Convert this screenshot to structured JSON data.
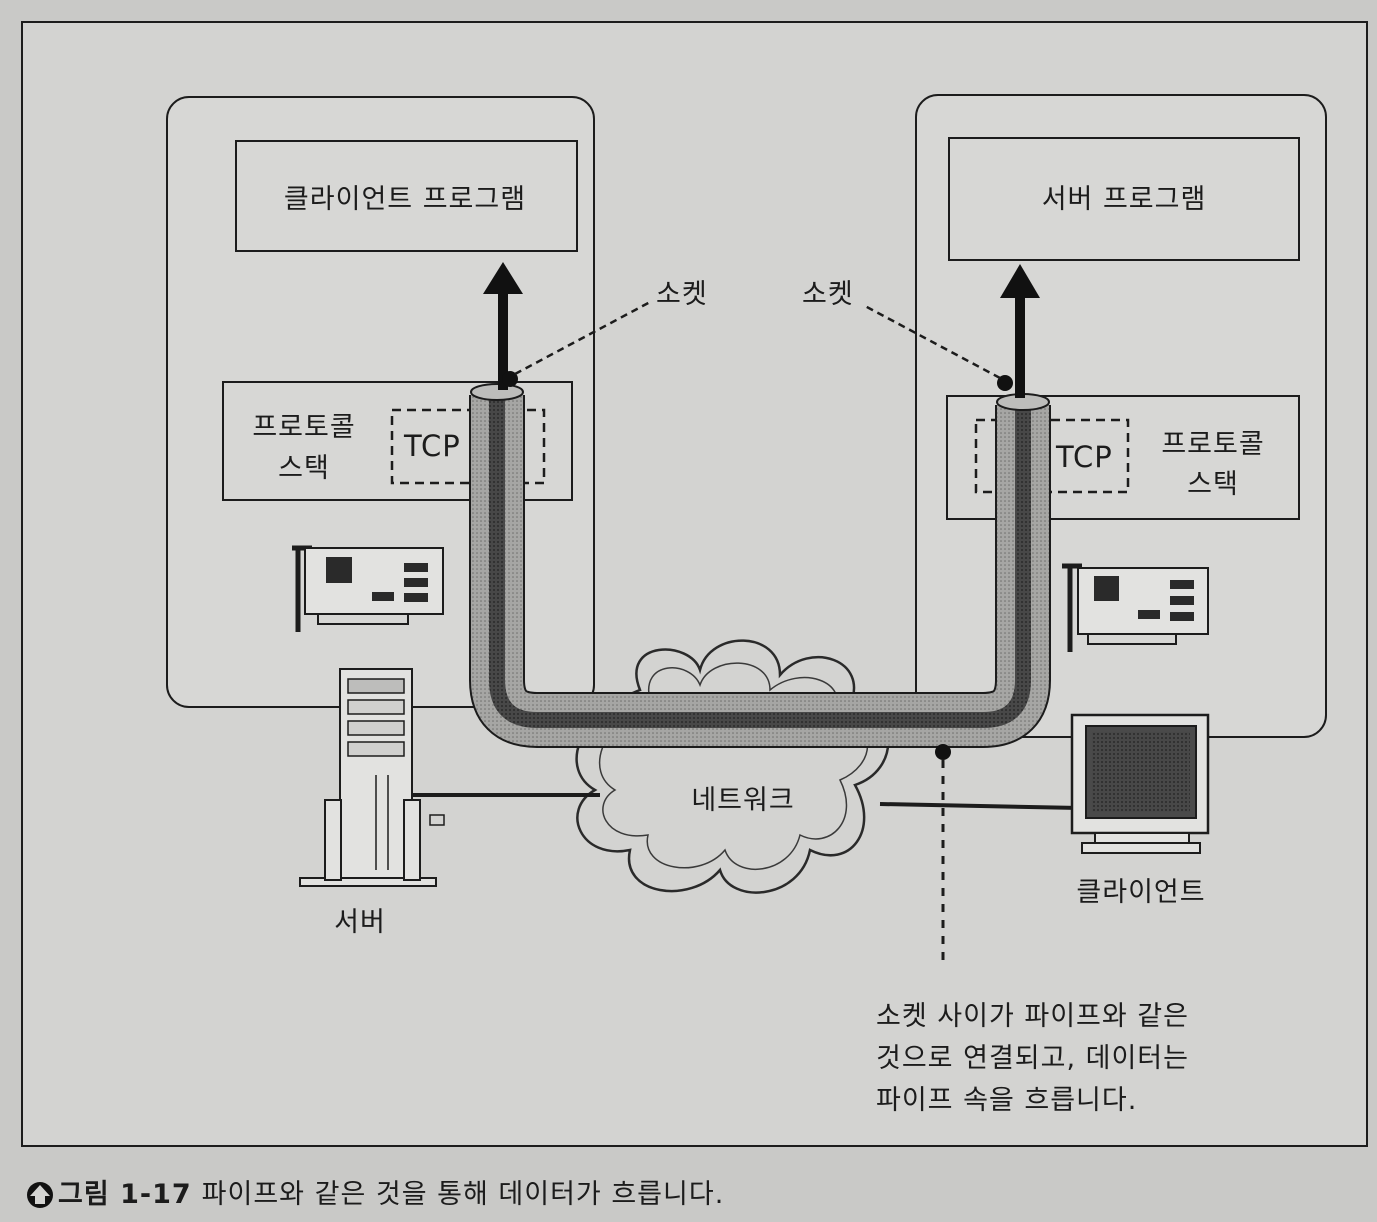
{
  "diagram": {
    "left_host": {
      "program": "클라이언트 프로그램",
      "stack_line1": "프로토콜",
      "stack_line2": "스택",
      "tcp": "TCP",
      "socket": "소켓"
    },
    "right_host": {
      "program": "서버 프로그램",
      "stack_line1": "프로토콜",
      "stack_line2": "스택",
      "tcp": "TCP",
      "socket": "소켓"
    },
    "network": "네트워크",
    "server_device": "서버",
    "client_device": "클라이언트",
    "note": [
      "소켓 사이가 파이프와 같은",
      "것으로 연결되고, 데이터는",
      "파이프 속을 흐릅니다."
    ]
  },
  "caption": {
    "figure_number": "그림 1-17",
    "text": "파이프와 같은 것을 통해 데이터가 흐릅니다."
  },
  "colors": {
    "page": "#c9c9c7",
    "ink": "#1c1c1c",
    "pipe_outer": "#9a9a98",
    "pipe_core": "#3e3e3e"
  }
}
